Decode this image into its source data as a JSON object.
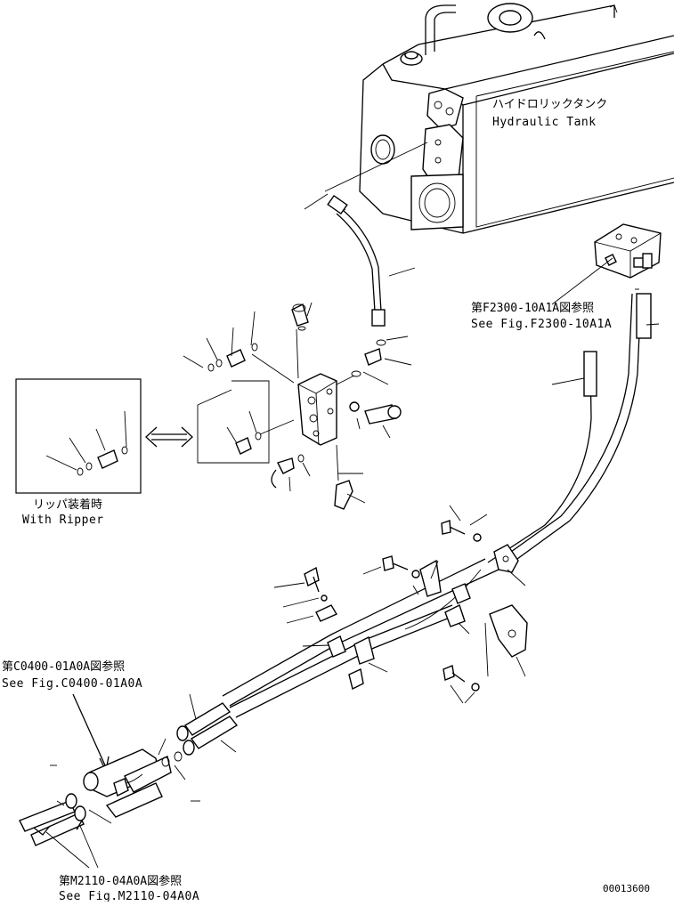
{
  "labels": {
    "tank_jp": "ハイドロリックタンク",
    "tank_en": "Hydraulic Tank",
    "ref_f2300_jp": "第F2300-10A1A図参照",
    "ref_f2300_en": "See Fig.F2300-10A1A",
    "ripper_jp": "リッパ装着時",
    "ripper_en": "With Ripper",
    "ref_c0400_jp": "第C0400-01A0A図参照",
    "ref_c0400_en": "See Fig.C0400-01A0A",
    "ref_m2110_jp": "第M2110-04A0A図参照",
    "ref_m2110_en": "See Fig.M2110-04A0A",
    "drawing_no": "00013600"
  }
}
